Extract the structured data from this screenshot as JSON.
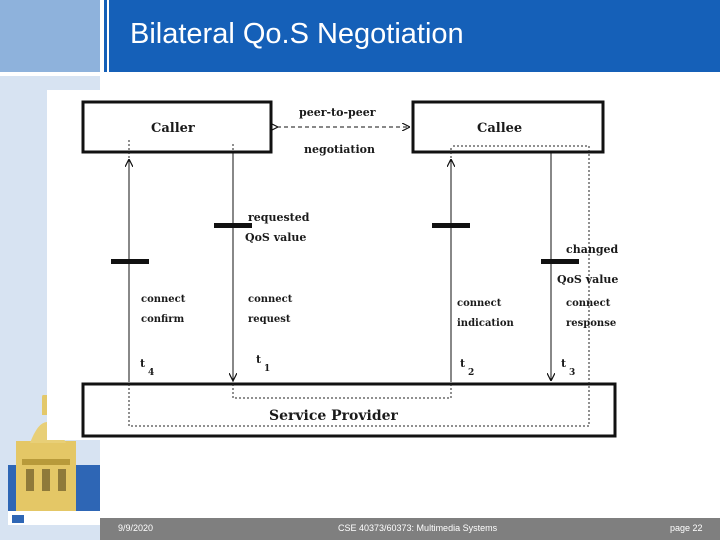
{
  "slide": {
    "title": "Bilateral Qo.S Negotiation"
  },
  "footer": {
    "date": "9/9/2020",
    "course": "CSE 40373/60373: Multimedia Systems",
    "page": "page 22"
  },
  "diagram": {
    "caller": "Caller",
    "callee": "Callee",
    "service_provider": "Service Provider",
    "p2p_line1": "peer-to-peer",
    "p2p_line2": "negotiation",
    "requested_line1": "requested",
    "requested_line2": "QoS value",
    "changed_line1": "changed",
    "changed_line2": "QoS value",
    "connect_confirm_1": "connect",
    "connect_confirm_2": "confirm",
    "connect_request_1": "connect",
    "connect_request_2": "request",
    "connect_indication_1": "connect",
    "connect_indication_2": "indication",
    "connect_response_1": "connect",
    "connect_response_2": "response",
    "t4": "t",
    "t4_sub": "4",
    "t1": "t",
    "t1_sub": "1",
    "t2": "t",
    "t2_sub": "2",
    "t3": "t",
    "t3_sub": "3"
  }
}
